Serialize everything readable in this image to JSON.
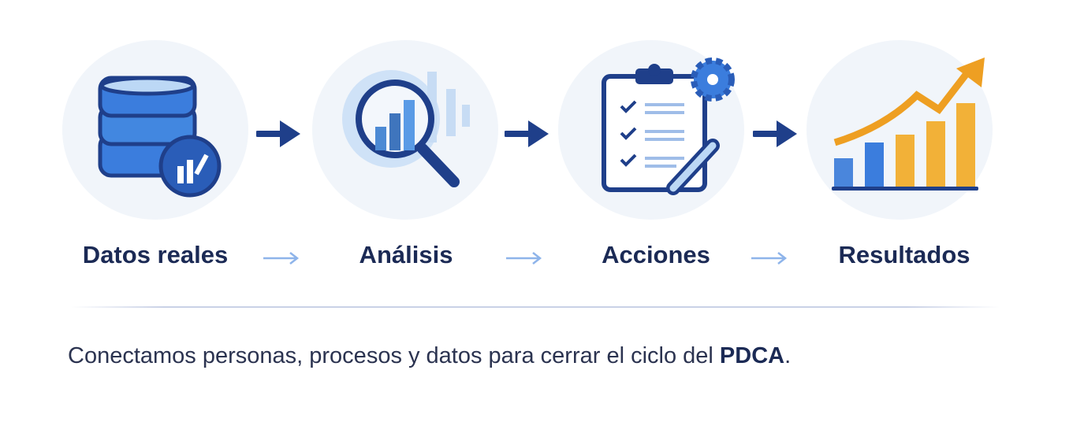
{
  "steps": [
    {
      "label": "Datos reales",
      "icon": "database-icon"
    },
    {
      "label": "Análisis",
      "icon": "magnifier-chart-icon"
    },
    {
      "label": "Acciones",
      "icon": "clipboard-wrench-icon"
    },
    {
      "label": "Resultados",
      "icon": "growth-chart-icon"
    }
  ],
  "caption": {
    "text": "Conectamos personas, procesos y datos para cerrar el ciclo del ",
    "emphasis": "PDCA",
    "end": "."
  },
  "colors": {
    "navy": "#1f3f8a",
    "blue": "#3b7ddd",
    "orange": "#f0a830",
    "text": "#1b2a55"
  }
}
